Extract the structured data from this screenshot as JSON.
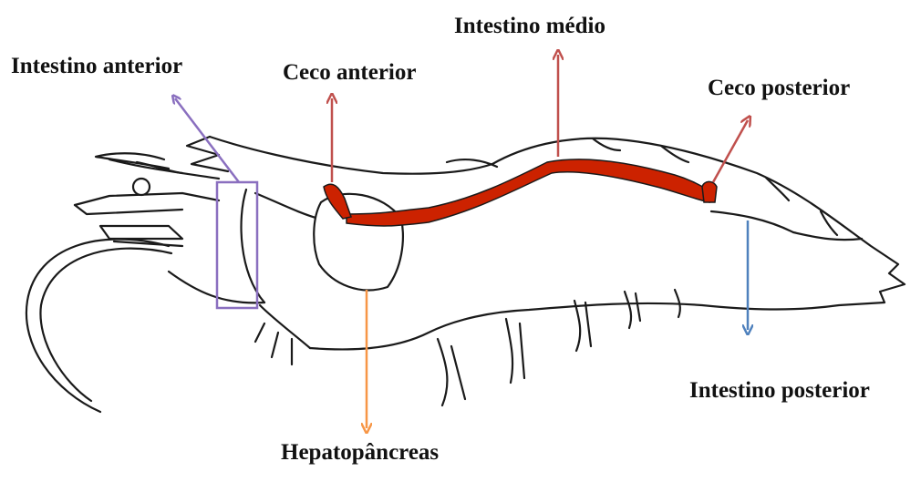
{
  "labels": {
    "intestino_anterior": "Intestino anterior",
    "ceco_anterior": "Ceco anterior",
    "intestino_medio": "Intestino médio",
    "ceco_posterior": "Ceco posterior",
    "intestino_posterior": "Intestino posterior",
    "hepatopancreas": "Hepatopâncreas"
  },
  "colors": {
    "intestino_anterior": "#8a6fbf",
    "ceco_anterior": "#c0504d",
    "intestino_medio": "#c0504d",
    "ceco_posterior": "#c0504d",
    "intestino_posterior": "#4f81bd",
    "hepatopancreas": "#f79646",
    "gut_fill": "#cc2200"
  }
}
